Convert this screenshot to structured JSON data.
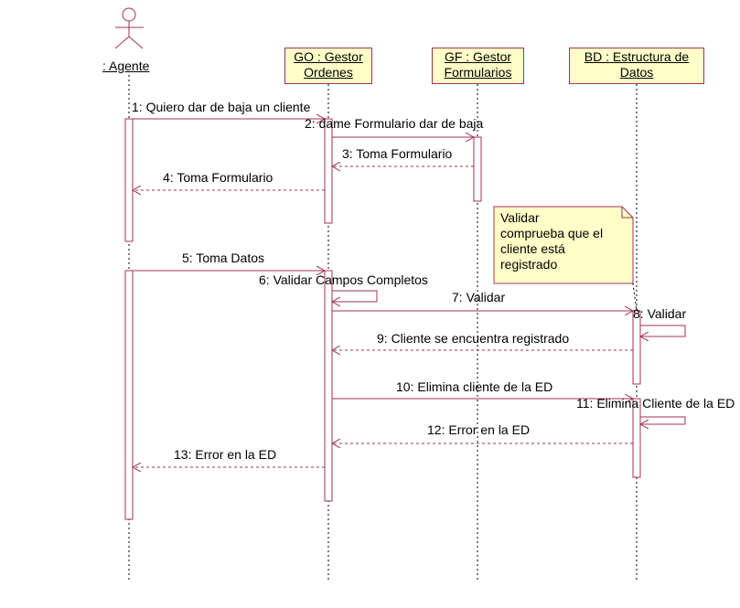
{
  "actor": {
    "label": ": Agente"
  },
  "lifelines": [
    {
      "line1": "GO : Gestor",
      "line2": "Ordenes"
    },
    {
      "line1": "GF : Gestor",
      "line2": "Formularios"
    },
    {
      "line1": "BD : Estructura de",
      "line2": "Datos"
    }
  ],
  "note": {
    "lines": [
      "Validar",
      "comprueba que el",
      "cliente está",
      "registrado"
    ]
  },
  "messages": [
    {
      "label": "1: Quiero dar de baja un cliente"
    },
    {
      "label": "2: dame Formulario dar de baja"
    },
    {
      "label": "3: Toma Formulario"
    },
    {
      "label": "4: Toma Formulario"
    },
    {
      "label": "5: Toma Datos"
    },
    {
      "label": "6: Validar Campos Completos"
    },
    {
      "label": "7: Validar"
    },
    {
      "label": "8: Validar"
    },
    {
      "label": "9: Cliente se encuentra registrado"
    },
    {
      "label": "10: Elimina cliente de la ED"
    },
    {
      "label": "11: Elimina Cliente de la ED"
    },
    {
      "label": "12: Error en la ED"
    },
    {
      "label": "13: Error en la ED"
    }
  ],
  "colors": {
    "line": "#a0305a",
    "box_fill": "#ffffc8",
    "text": "#000000"
  }
}
